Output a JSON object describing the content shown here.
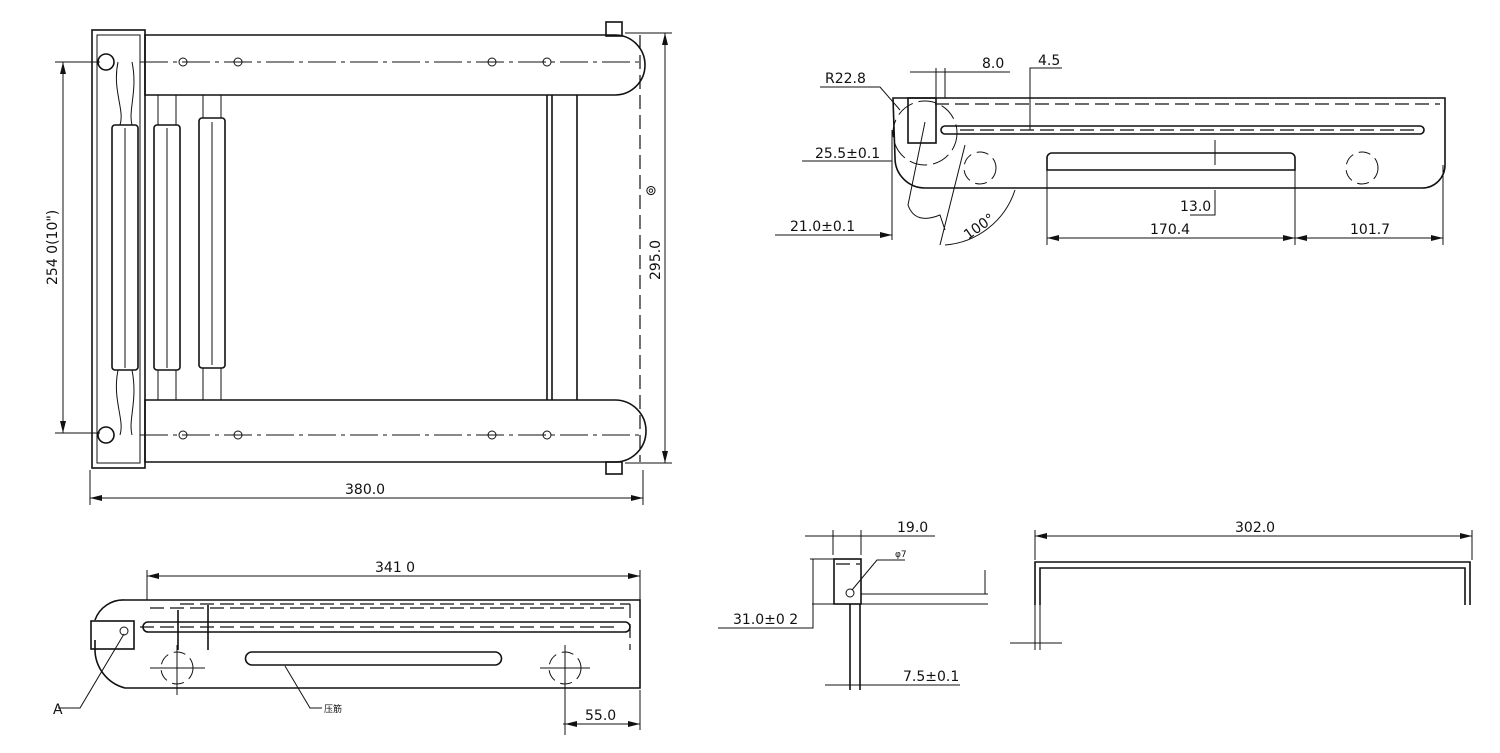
{
  "drawing": {
    "top_view": {
      "overall_width": "380.0",
      "overall_depth": "295.0",
      "roller_spacing": "254 0(10\")",
      "mark": "⊚"
    },
    "side_view": {
      "length": "341 0",
      "end_offset": "55.0",
      "detail_label": "A",
      "rib_label": "压筋"
    },
    "bracket_detail": {
      "radius": "R22.8",
      "tab_width": "8.0",
      "slot_offset": "4.5",
      "pivot_height": "25.5±0.1",
      "pivot_offset": "21.0±0.1",
      "swing_angle": "100°",
      "rib_offset": "13.0",
      "rib_length": "170.4",
      "rib_end_offset": "101.7"
    },
    "section_detail": {
      "width": "19.0",
      "height": "31.0±0 2",
      "thickness": "7.5±0.1",
      "note": "φ7"
    },
    "rail_detail": {
      "length": "302.0"
    }
  }
}
